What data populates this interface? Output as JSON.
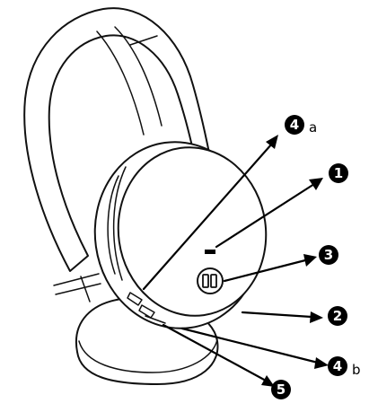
{
  "callouts": [
    {
      "id": "4a",
      "number": "4",
      "suffix": "a"
    },
    {
      "id": "1",
      "number": "1",
      "suffix": ""
    },
    {
      "id": "3",
      "number": "3",
      "suffix": ""
    },
    {
      "id": "2",
      "number": "2",
      "suffix": ""
    },
    {
      "id": "4b",
      "number": "4",
      "suffix": "b"
    },
    {
      "id": "5",
      "number": "5",
      "suffix": ""
    }
  ],
  "colors": {
    "line": "#111111",
    "badge": "#000000",
    "background": "#ffffff"
  },
  "icons": [
    "headphones-illustration",
    "pause-button-icon",
    "led-indicator"
  ]
}
